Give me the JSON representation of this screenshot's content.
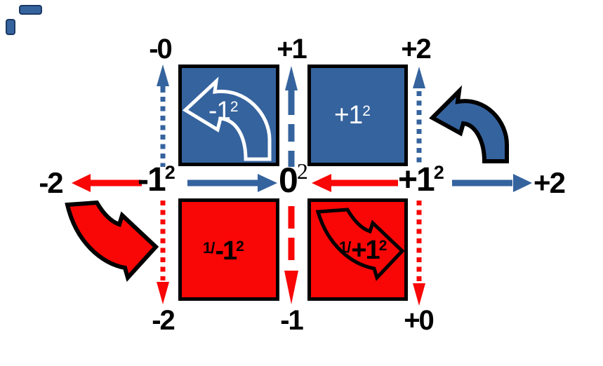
{
  "colors": {
    "blue": "#35639E",
    "red": "#F90606",
    "outline_black": "#000000",
    "background_white": "#FFFFFF",
    "square_text_white": "#FFFFFF",
    "label_text_black": "#000000"
  },
  "top_labels": {
    "neg_zero": "-0",
    "pos_one": "+1",
    "pos_two": "+2"
  },
  "axis_labels": {
    "neg_two": "-2",
    "neg_one": {
      "base": "-1",
      "sup": "2"
    },
    "zero": {
      "base": "0",
      "sup": "2"
    },
    "pos_one": {
      "base": "+1",
      "sup": "2"
    },
    "pos_two": "+2"
  },
  "bottom_labels": {
    "neg_two": "-2",
    "neg_one": "-1",
    "pos_zero": "+0"
  },
  "squares": {
    "blue_left": {
      "base": "-1",
      "sup": "2"
    },
    "blue_right": {
      "base": "+1",
      "sup": "2"
    },
    "red_left": {
      "prefix": "1/",
      "base": "-1",
      "sup": "2"
    },
    "red_right": {
      "prefix": "1/",
      "base": "+1",
      "sup": "2"
    }
  },
  "icons": [
    {
      "name": "dotted-arrow-up-left-icon",
      "shape": "blue dotted vertical arrow pointing up"
    },
    {
      "name": "dashed-arrow-up-center-icon",
      "shape": "blue dashed vertical arrow pointing up"
    },
    {
      "name": "dotted-arrow-up-right-icon",
      "shape": "blue dotted vertical arrow pointing up"
    },
    {
      "name": "dotted-arrow-down-left-icon",
      "shape": "red dotted vertical arrow pointing down"
    },
    {
      "name": "dashed-arrow-down-center-icon",
      "shape": "red dashed vertical arrow pointing down"
    },
    {
      "name": "dotted-arrow-down-right-icon",
      "shape": "red dotted vertical arrow pointing down"
    },
    {
      "name": "axis-arrow-left-red-icon",
      "shape": "red horizontal arrow pointing left"
    },
    {
      "name": "axis-arrow-right-blue-icon",
      "shape": "blue horizontal arrow pointing right"
    },
    {
      "name": "curved-block-arrow-red-icon",
      "shape": "red curved block arrow pointing right-down"
    },
    {
      "name": "curved-block-arrow-blue-icon",
      "shape": "blue curved block arrow pointing left-up"
    },
    {
      "name": "curved-outline-arrow-white-icon",
      "shape": "white outlined curved arrow pointing left"
    },
    {
      "name": "curved-outline-arrow-black-icon",
      "shape": "black outlined curved arrow pointing right"
    }
  ]
}
